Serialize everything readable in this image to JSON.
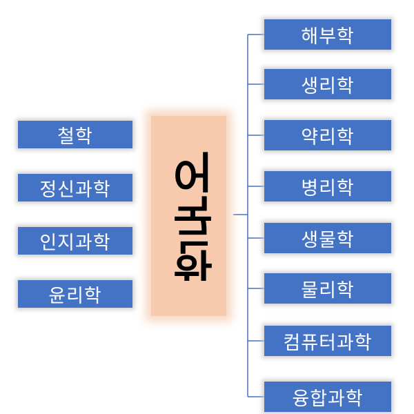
{
  "center": {
    "label": "한국어"
  },
  "left_items": [
    {
      "label": "철학"
    },
    {
      "label": "정신과학"
    },
    {
      "label": "인지과학"
    },
    {
      "label": "윤리학"
    }
  ],
  "right_items": [
    {
      "label": "해부학"
    },
    {
      "label": "생리학"
    },
    {
      "label": "약리학"
    },
    {
      "label": "병리학"
    },
    {
      "label": "생물학"
    },
    {
      "label": "물리학"
    },
    {
      "label": "컴퓨터과학"
    },
    {
      "label": "융합과학"
    }
  ],
  "colors": {
    "box_fill": "#4472c4",
    "box_text": "#ffffff",
    "center_fill": "#f7c9ad",
    "connector": "#4472c4"
  }
}
